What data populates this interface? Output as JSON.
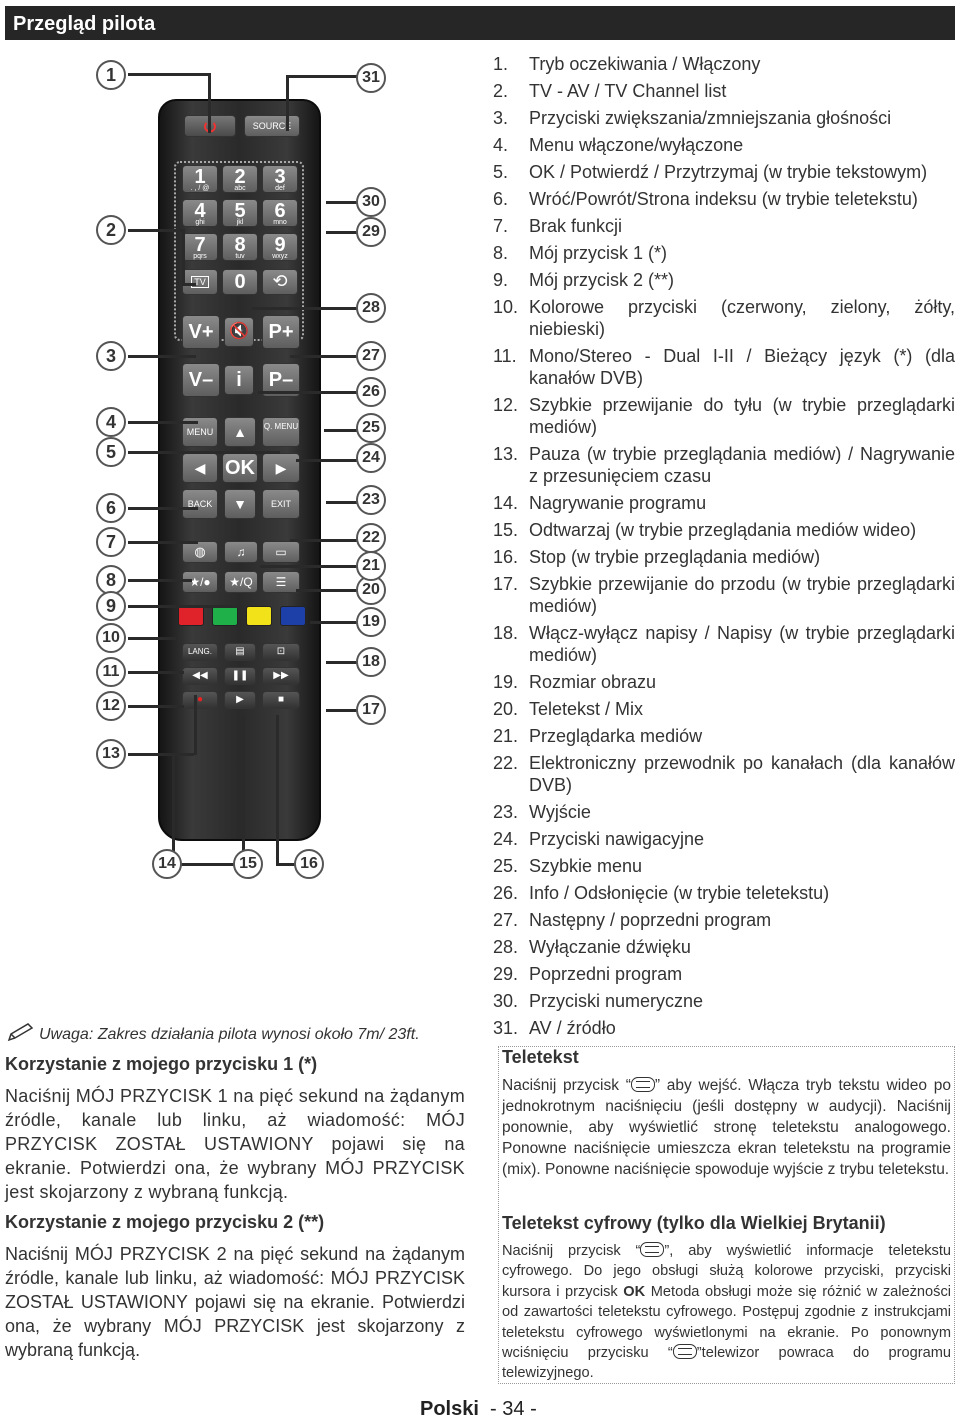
{
  "header": {
    "title": "Przegląd pilota"
  },
  "remote": {
    "callouts": [
      "1",
      "2",
      "3",
      "4",
      "5",
      "6",
      "7",
      "8",
      "9",
      "10",
      "11",
      "12",
      "13",
      "14",
      "15",
      "16",
      "17",
      "18",
      "19",
      "20",
      "21",
      "22",
      "23",
      "24",
      "25",
      "26",
      "27",
      "28",
      "29",
      "30",
      "31"
    ],
    "buttons": {
      "source": "SOURCE",
      "num": [
        {
          "d": "1",
          "s": ". , / @"
        },
        {
          "d": "2",
          "s": "abc"
        },
        {
          "d": "3",
          "s": "def"
        },
        {
          "d": "4",
          "s": "ghi"
        },
        {
          "d": "5",
          "s": "jkl"
        },
        {
          "d": "6",
          "s": "mno"
        },
        {
          "d": "7",
          "s": "pqrs"
        },
        {
          "d": "8",
          "s": "tuv"
        },
        {
          "d": "9",
          "s": "wxyz"
        }
      ],
      "tv": "TV",
      "zero": "0",
      "vplus": "V+",
      "pplus": "P+",
      "vminus": "V–",
      "info": "i",
      "pminus": "P–",
      "menu": "MENU",
      "qmenu": "Q. MENU",
      "ok": "OK",
      "back": "BACK",
      "exit": "EXIT",
      "lang": "LANG."
    },
    "colors": {
      "red": "#e0232b",
      "green": "#1fb04a",
      "yellow": "#f2e21a",
      "blue": "#1c3fa8"
    }
  },
  "note": {
    "label": "Uwaga",
    "text": ": Zakres działania pilota wynosi około 7m/ 23ft."
  },
  "sections": [
    {
      "title": "Korzystanie z mojego przycisku 1 (*)",
      "text": "Naciśnij MÓJ PRZYCISK 1 na pięć sekund na żądanym źródle, kanale lub linku, aż wiadomość: MÓJ PRZYCISK ZOSTAŁ USTAWIONY pojawi się na ekranie. Potwierdzi ona, że wybrany MÓJ PRZYCISK jest skojarzony z wybraną funkcją."
    },
    {
      "title": "Korzystanie z mojego przycisku 2 (**)",
      "text": "Naciśnij MÓJ PRZYCISK 2 na pięć sekund na żądanym źródle, kanale lub linku, aż wiadomość: MÓJ PRZYCISK ZOSTAŁ USTAWIONY pojawi się na ekranie. Potwierdzi ona, że wybrany MÓJ PRZYCISK jest skojarzony z wybraną funkcją."
    }
  ],
  "list": [
    {
      "n": "1.",
      "t": "Tryb oczekiwania / Włączony"
    },
    {
      "n": "2.",
      "t": "TV - AV / TV Channel list"
    },
    {
      "n": "3.",
      "t": "Przyciski zwiększania/zmniejszania głośności"
    },
    {
      "n": "4.",
      "t": "Menu włączone/wyłączone"
    },
    {
      "n": "5.",
      "t": "OK / Potwierdź / Przytrzymaj (w trybie tekstowym)"
    },
    {
      "n": "6.",
      "t": "Wróć/Powrót/Strona indeksu (w trybie teletekstu)"
    },
    {
      "n": "7.",
      "t": "Brak funkcji"
    },
    {
      "n": "8.",
      "t": "Mój przycisk 1 (*)"
    },
    {
      "n": "9.",
      "t": "Mój przycisk 2 (**)"
    },
    {
      "n": "10.",
      "t": "Kolorowe przyciski (czerwony, zielony, żółty, niebieski)"
    },
    {
      "n": "11.",
      "t": "Mono/Stereo - Dual I-II / Bieżący język (*) (dla kanałów DVB)"
    },
    {
      "n": "12.",
      "t": "Szybkie przewijanie do tyłu (w trybie przeglądarki mediów)"
    },
    {
      "n": "13.",
      "t": "Pauza (w trybie przeglądania mediów) / Nagrywanie z przesunięciem czasu"
    },
    {
      "n": "14.",
      "t": "Nagrywanie programu"
    },
    {
      "n": "15.",
      "t": "Odtwarzaj (w trybie przeglądania mediów wideo)"
    },
    {
      "n": "16.",
      "t": "Stop (w trybie przeglądania mediów)"
    },
    {
      "n": "17.",
      "t": "Szybkie przewijanie do przodu (w trybie przeglądarki mediów)"
    },
    {
      "n": "18.",
      "t": "Włącz-wyłącz napisy / Napisy (w trybie przeglądarki mediów)"
    },
    {
      "n": "19.",
      "t": "Rozmiar obrazu"
    },
    {
      "n": "20.",
      "t": "Teletekst / Mix"
    },
    {
      "n": "21.",
      "t": "Przeglądarka mediów"
    },
    {
      "n": "22.",
      "t": "Elektroniczny przewodnik po kanałach (dla kanałów DVB)"
    },
    {
      "n": "23.",
      "t": "Wyjście"
    },
    {
      "n": "24.",
      "t": "Przyciski nawigacyjne"
    },
    {
      "n": "25.",
      "t": "Szybkie menu"
    },
    {
      "n": "26.",
      "t": "Info / Odsłonięcie (w trybie teletekstu)"
    },
    {
      "n": "27.",
      "t": "Następny / poprzedni program"
    },
    {
      "n": "28.",
      "t": "Wyłączanie dźwięku"
    },
    {
      "n": "29.",
      "t": "Poprzedni program"
    },
    {
      "n": "30.",
      "t": "Przyciski numeryczne"
    },
    {
      "n": "31.",
      "t": "AV / źródło"
    }
  ],
  "teletext": {
    "title": "Teletekst",
    "p1_a": "Naciśnij przycisk “",
    "p1_b": "” aby wejść. Włącza tryb tekstu wideo po jednokrotnym naciśnięciu (jeśli dostępny w audycji). Naciśnij ponownie, aby wyświetlić stronę teletekstu analogowego. Ponowne naciśnięcie umieszcza ekran teletekstu na programie (mix). Ponowne naciśnięcie spowoduje wyjście z trybu teletekstu.",
    "title2": "Teletekst cyfrowy (tylko dla Wielkiej Brytanii)",
    "p2_a": "Naciśnij przycisk “",
    "p2_b": "”, aby wyświetlić informacje teletekstu cyfrowego. Do jego obsługi służą kolorowe przyciski, przyciski kursora i przycisk ",
    "p2_ok": "OK",
    "p2_c": " Metoda obsługi może się różnić w zależności od zawartości teletekstu cyfrowego. Postępuj zgodnie z instrukcjami teletekstu cyfrowego wyświetlonymi na ekranie. Po ponownym wciśnięciu przycisku “",
    "p2_d": "”telewizor powraca do programu telewizyjnego."
  },
  "footer": {
    "lang": "Polski",
    "page": "- 34 -"
  }
}
